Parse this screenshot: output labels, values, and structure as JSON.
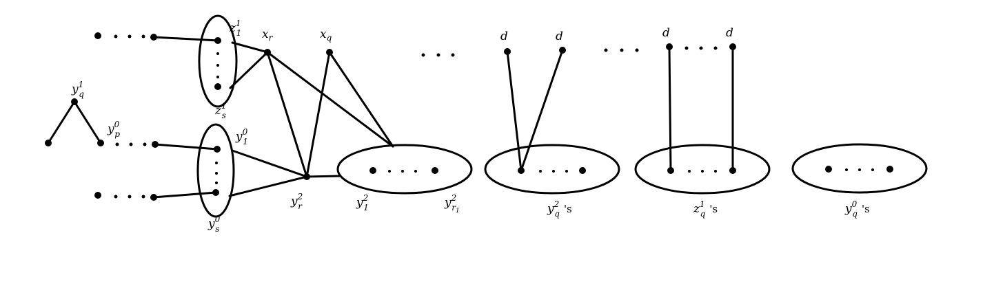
{
  "labels": {
    "yq1": {
      "base": "y",
      "sup": "1",
      "sub": "q"
    },
    "yp0": {
      "base": "y",
      "sup": "0",
      "sub": "p"
    },
    "z11": {
      "base": "z",
      "sup": "1",
      "sub": "1"
    },
    "zs1": {
      "base": "z",
      "sup": "1",
      "sub": "s"
    },
    "y10": {
      "base": "y",
      "sup": "0",
      "sub": "1"
    },
    "ys0": {
      "base": "y",
      "sup": "0",
      "sub": "s"
    },
    "xr": {
      "base": "x",
      "sub": "r"
    },
    "xq": {
      "base": "x",
      "sub": "q"
    },
    "yr2": {
      "base": "y",
      "sup": "2",
      "sub": "r"
    },
    "y12": {
      "base": "y",
      "sup": "2",
      "sub": "1"
    },
    "yr12": {
      "base": "y",
      "sup": "2",
      "sub": "r",
      "subsub": "1"
    },
    "yq2s": {
      "base": "y",
      "sup": "2",
      "sub": "q",
      "suffix": "'s"
    },
    "zq1s": {
      "base": "z",
      "sup": "1",
      "sub": "q",
      "suffix": "'s"
    },
    "yq0s": {
      "base": "y",
      "sup": "0",
      "sub": "q",
      "suffix": "'s"
    },
    "d": "d"
  }
}
